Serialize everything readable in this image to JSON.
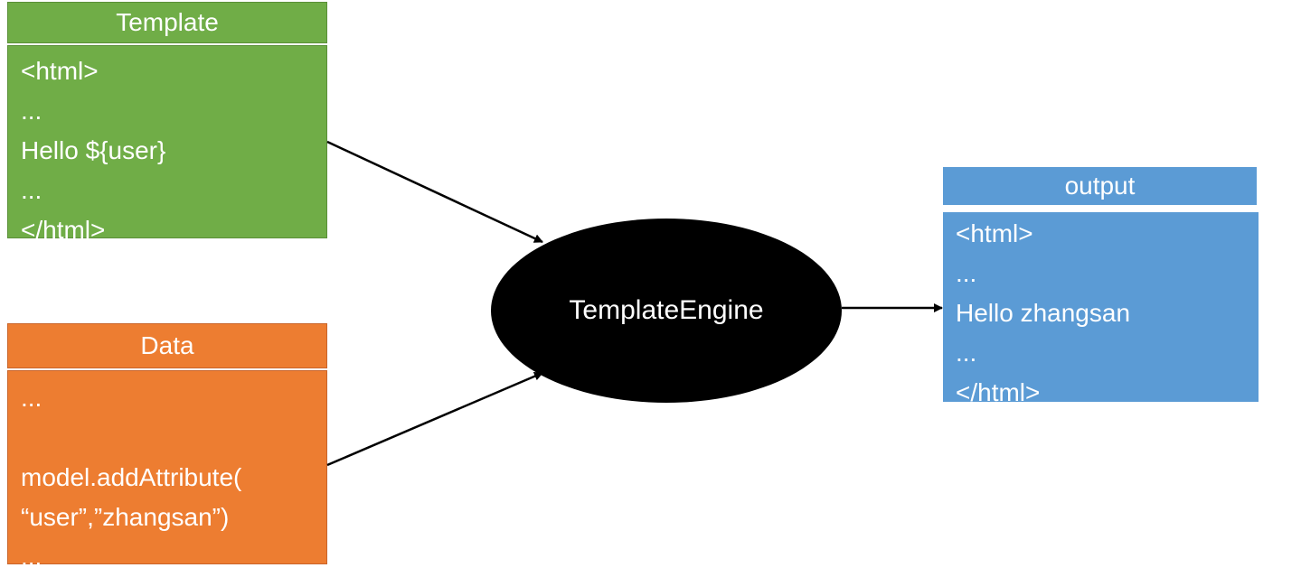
{
  "template": {
    "title": "Template",
    "lines": [
      "<html>",
      "...",
      "Hello ${user}",
      "...",
      "</html>"
    ]
  },
  "data": {
    "title": "Data",
    "lines": [
      "...",
      "",
      "model.addAttribute(",
      "“user”,”zhangsan”)",
      "..."
    ]
  },
  "engine": {
    "label": "TemplateEngine"
  },
  "output": {
    "title": "output",
    "lines": [
      "<html>",
      "...",
      "Hello zhangsan",
      "...",
      "</html>"
    ]
  },
  "colors": {
    "template": "#70ad47",
    "data": "#ed7d31",
    "output": "#5b9bd5",
    "engine": "#000000"
  }
}
